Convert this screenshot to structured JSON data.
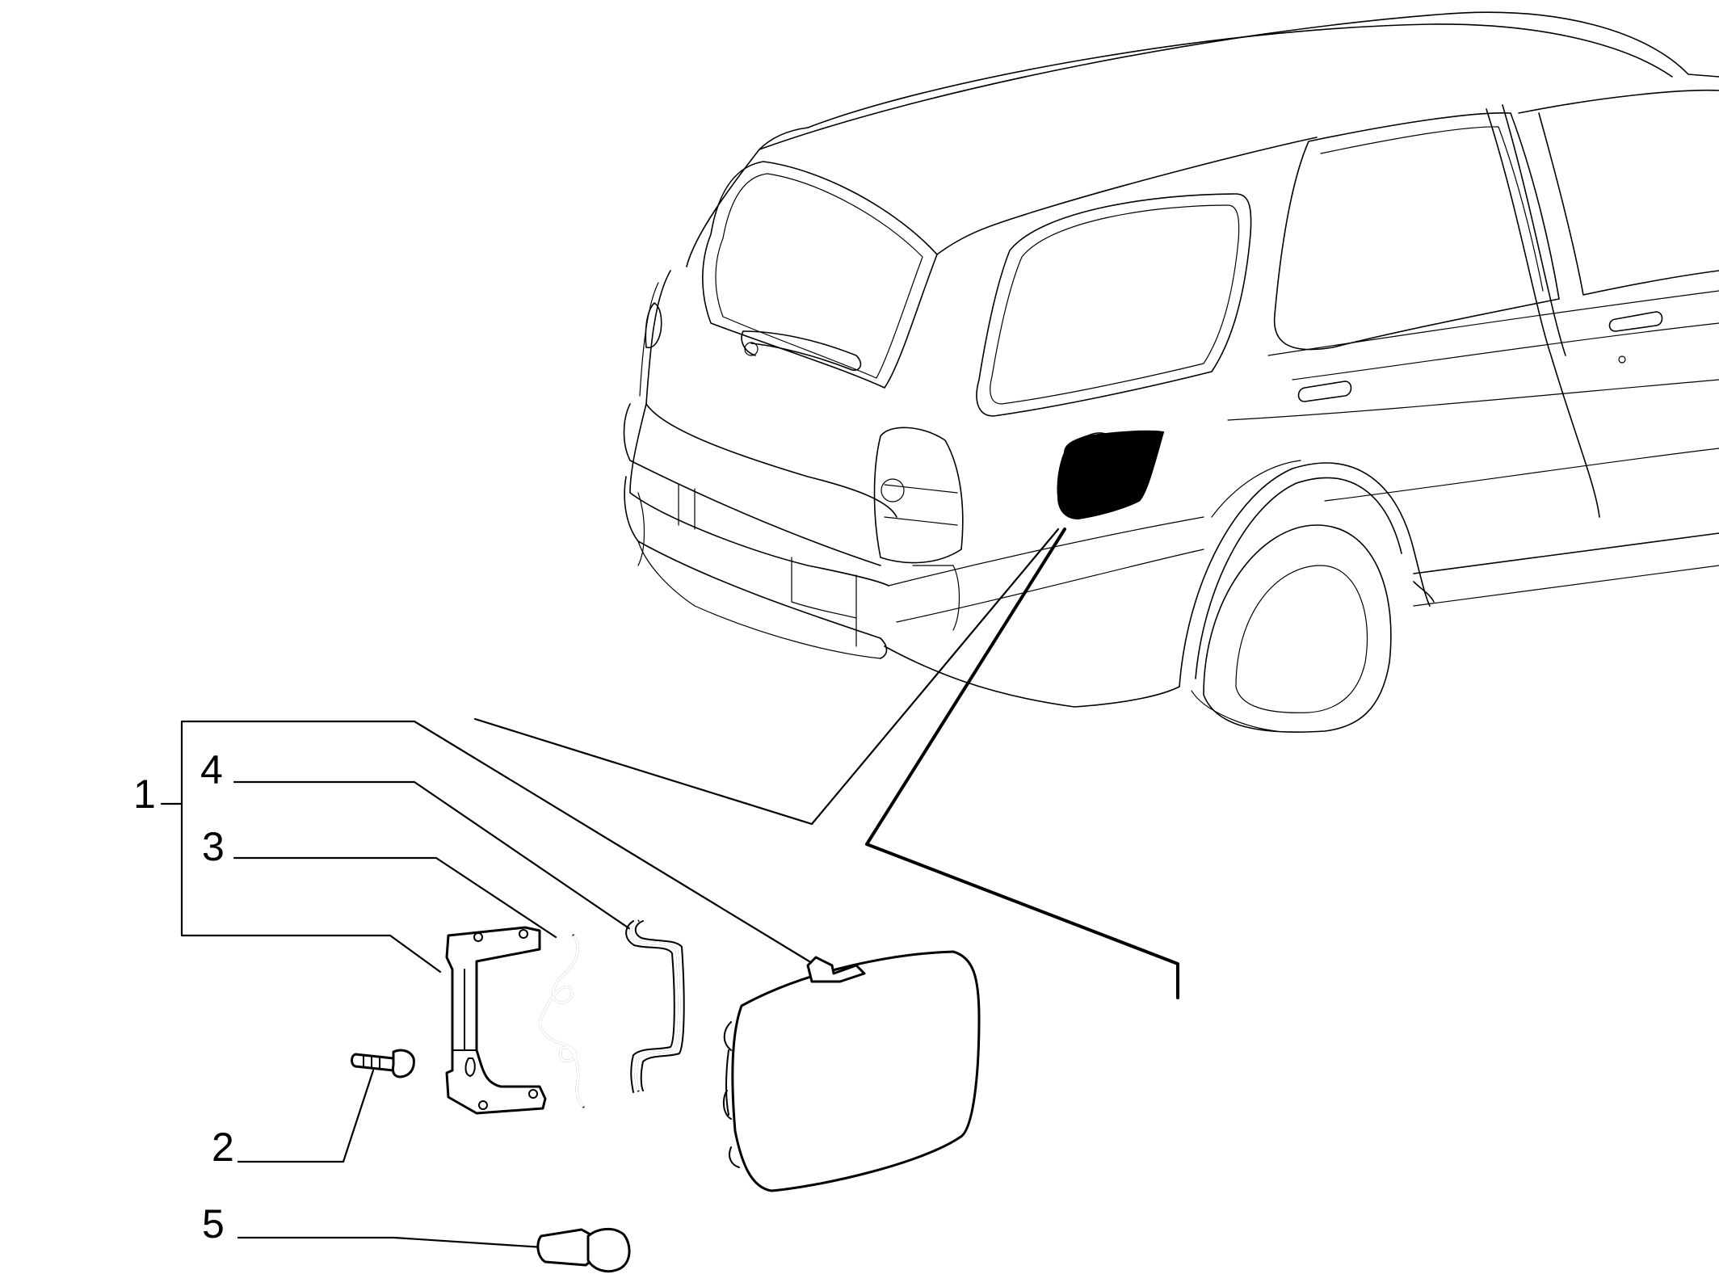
{
  "callouts": [
    {
      "id": "1",
      "label": "1"
    },
    {
      "id": "2",
      "label": "2"
    },
    {
      "id": "3",
      "label": "3"
    },
    {
      "id": "4",
      "label": "4"
    },
    {
      "id": "5",
      "label": "5"
    }
  ],
  "colors": {
    "line": "#000000",
    "background": "#ffffff",
    "highlight": "#000000"
  }
}
